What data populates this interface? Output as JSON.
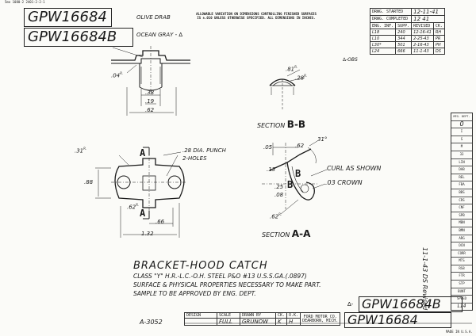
{
  "corner_note": "5mo 1080-2 2401-2-2-1",
  "part_number_top_1": "GPW16684",
  "part_number_top_2": "GPW16684B",
  "tolerance_note_1": "ALLOWABLE VARIATION ON DIMENSIONS CONTROLLING FINISHED SURFACES",
  "tolerance_note_2": "IS ±.010 UNLESS OTHERWISE SPECIFIED.  ALL DIMENSIONS IN INCHES.",
  "finish_1": "OLIVE DRAB",
  "finish_2": "OCEAN GRAY - ∆",
  "rev_table": {
    "started_label": "DRWG. STARTED",
    "started_value": "12-11-41",
    "completed_label": "DRWG. COMPLETED",
    "completed_value": "12   41",
    "headers": [
      "ENG. INF.",
      "SUPP.",
      "REVISED",
      "CK."
    ],
    "rows": [
      [
        "L18",
        "240",
        "12-16-41",
        "RH"
      ],
      [
        "L10",
        "344",
        "2-25-43",
        "PR"
      ],
      [
        "L30*",
        "501",
        "2-16-43",
        "PH"
      ],
      [
        "L24",
        "666",
        "11-1-43",
        "DS"
      ]
    ]
  },
  "obs_note": "∆-OBS",
  "side_column": {
    "header": "MFG. DEPT.",
    "value": "0",
    "items": [
      "I",
      "S",
      "M",
      "33",
      "LIN",
      "DAB",
      "REL",
      "FBA",
      "BBS",
      "CRS",
      "CNF",
      "SPB",
      "MBN",
      "BMN",
      "ARG",
      "DCN",
      "CORR",
      "MTS",
      "RS8",
      "FTR",
      "STP",
      "BUNT",
      "SPEED"
    ],
    "footer": "L14"
  },
  "dims": {
    "r04": ".04",
    "d38": ".38",
    "d19": ".19",
    "d62": ".62",
    "r81": ".81",
    "r28": ".28",
    "r31": ".31",
    "d88": ".88",
    "r62": ".62",
    "d66": ".66",
    "d132": "1.32",
    "punch_1": ".28 DIA. PUNCH",
    "punch_2": "2-HOLES",
    "d05": ".05",
    "d62b": ".62",
    "ang31": "31°",
    "d13": ".13",
    "d25": ".25",
    "d08": ".08",
    "r62b": ".62",
    "curl": "CURL AS SHOWN",
    "crown": ".03 CROWN"
  },
  "section_labels": {
    "a": "A",
    "b": "B",
    "r_suffix": "R.",
    "section_bb": "SECTION",
    "section_bb_letters": "B-B",
    "section_aa": "SECTION",
    "section_aa_letters": "A-A"
  },
  "title": "BRACKET-HOOD CATCH",
  "spec_1": "CLASS \"Y\" H.R.-L.C.-O.H. STEEL P&O #13 U.S.S.GA.(.0897)",
  "spec_2": "SURFACE & PHYSICAL PROPERTIES NECESSARY TO MAKE PART.",
  "spec_3": "SAMPLE TO BE APPROVED BY ENG. DEPT.",
  "part_number_bottom_delta": "∆-",
  "part_number_bottom_1": "GPW16684B",
  "part_number_bottom_2": "GPW16684",
  "ref_number": "A-3052",
  "title_block": {
    "design_label": "DESIGN",
    "scale_label": "SCALE",
    "scale_value": "FULL",
    "drawn_label": "DRAWN BY",
    "drawn_value": "GRUNOW",
    "ck_label": "CK.",
    "ck_value": "K",
    "ok_label": "O.K.",
    "ok_value": "H",
    "company_1": "FORD MOTOR CO.",
    "company_2": "DEARBORN, MICH."
  },
  "made_in": "MADE IN U.S.A.",
  "margin_handwriting": "11-1-43 DS Revised"
}
